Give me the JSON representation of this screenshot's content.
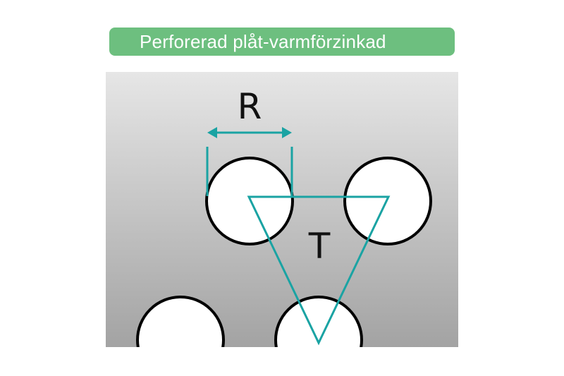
{
  "title": "Perforerad plåt-varmförzinkad",
  "labels": {
    "pitch": "R",
    "triangle": "T"
  },
  "colors": {
    "banner": "#6dbf7f",
    "accent": "#1aa3a3",
    "plate_top": "#e6e6e6",
    "plate_bottom": "#a3a3a3",
    "hole": "#ffffff",
    "hole_outline": "#000000"
  }
}
